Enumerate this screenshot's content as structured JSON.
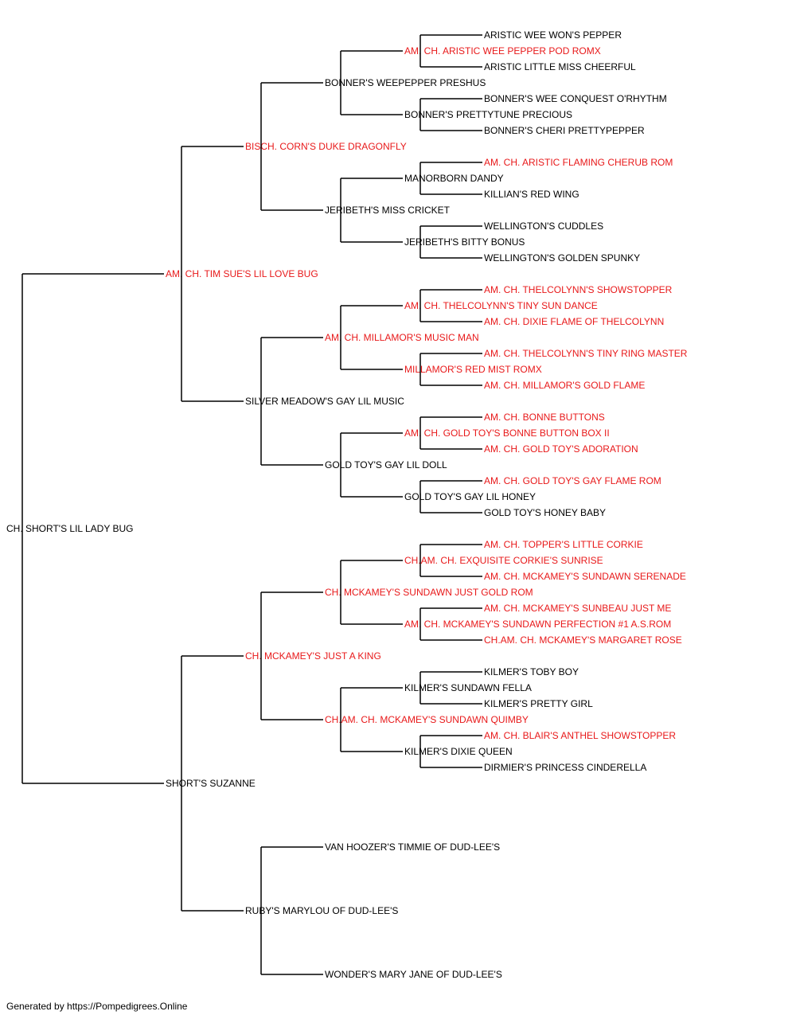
{
  "colors": {
    "champion": "#e8191a",
    "regular": "#000000",
    "line": "#000000"
  },
  "pedigree": {
    "name": "CH. SHORT'S LIL LADY BUG",
    "champion": false,
    "sire": {
      "name": "AM. CH. TIM SUE'S LIL LOVE BUG",
      "champion": true,
      "sire": {
        "name": "BISCH. CORN'S DUKE DRAGONFLY",
        "champion": true,
        "sire": {
          "name": "BONNER'S WEEPEPPER PRESHUS",
          "champion": false,
          "sire": {
            "name": "AM. CH. ARISTIC WEE PEPPER POD ROMX",
            "champion": true,
            "sire": {
              "name": "ARISTIC WEE WON'S PEPPER",
              "champion": false
            },
            "dam": {
              "name": "ARISTIC LITTLE MISS CHEERFUL",
              "champion": false
            }
          },
          "dam": {
            "name": "BONNER'S PRETTYTUNE PRECIOUS",
            "champion": false,
            "sire": {
              "name": "BONNER'S WEE CONQUEST O'RHYTHM",
              "champion": false
            },
            "dam": {
              "name": "BONNER'S CHERI PRETTYPEPPER",
              "champion": false
            }
          }
        },
        "dam": {
          "name": "JERIBETH'S MISS CRICKET",
          "champion": false,
          "sire": {
            "name": "MANORBORN DANDY",
            "champion": false,
            "sire": {
              "name": "AM. CH. ARISTIC FLAMING CHERUB ROM",
              "champion": true
            },
            "dam": {
              "name": "KILLIAN'S RED WING",
              "champion": false
            }
          },
          "dam": {
            "name": "JERIBETH'S BITTY BONUS",
            "champion": false,
            "sire": {
              "name": "WELLINGTON'S CUDDLES",
              "champion": false
            },
            "dam": {
              "name": "WELLINGTON'S GOLDEN SPUNKY",
              "champion": false
            }
          }
        }
      },
      "dam": {
        "name": "SILVER MEADOW'S GAY LIL MUSIC",
        "champion": false,
        "sire": {
          "name": "AM. CH. MILLAMOR'S MUSIC MAN",
          "champion": true,
          "sire": {
            "name": "AM. CH. THELCOLYNN'S TINY SUN DANCE",
            "champion": true,
            "sire": {
              "name": "AM. CH. THELCOLYNN'S SHOWSTOPPER",
              "champion": true
            },
            "dam": {
              "name": "AM. CH. DIXIE FLAME OF THELCOLYNN",
              "champion": true
            }
          },
          "dam": {
            "name": "MILLAMOR'S RED MIST ROMX",
            "champion": true,
            "sire": {
              "name": "AM. CH. THELCOLYNN'S TINY RING MASTER",
              "champion": true
            },
            "dam": {
              "name": "AM. CH. MILLAMOR'S GOLD FLAME",
              "champion": true
            }
          }
        },
        "dam": {
          "name": "GOLD TOY'S GAY LIL DOLL",
          "champion": false,
          "sire": {
            "name": "AM. CH. GOLD TOY'S BONNE BUTTON BOX II",
            "champion": true,
            "sire": {
              "name": "AM. CH. BONNE BUTTONS",
              "champion": true
            },
            "dam": {
              "name": "AM. CH. GOLD TOY'S ADORATION",
              "champion": true
            }
          },
          "dam": {
            "name": "GOLD TOY'S GAY LIL HONEY",
            "champion": false,
            "sire": {
              "name": "AM. CH. GOLD TOY'S GAY FLAME ROM",
              "champion": true
            },
            "dam": {
              "name": "GOLD TOY'S HONEY BABY",
              "champion": false
            }
          }
        }
      }
    },
    "dam": {
      "name": "SHORT'S SUZANNE",
      "champion": false,
      "sire": {
        "name": "CH. MCKAMEY'S JUST A KING",
        "champion": true,
        "sire": {
          "name": "CH. MCKAMEY'S SUNDAWN JUST GOLD ROM",
          "champion": true,
          "sire": {
            "name": "CH.AM. CH. EXQUISITE CORKIE'S SUNRISE",
            "champion": true,
            "sire": {
              "name": "AM. CH. TOPPER'S LITTLE CORKIE",
              "champion": true
            },
            "dam": {
              "name": "AM. CH. MCKAMEY'S SUNDAWN SERENADE",
              "champion": true
            }
          },
          "dam": {
            "name": "AM. CH. MCKAMEY'S SUNDAWN PERFECTION #1 A.S.ROM",
            "champion": true,
            "sire": {
              "name": "AM. CH. MCKAMEY'S SUNBEAU JUST ME",
              "champion": true
            },
            "dam": {
              "name": "CH.AM. CH. MCKAMEY'S MARGARET ROSE",
              "champion": true
            }
          }
        },
        "dam": {
          "name": "CH.AM. CH. MCKAMEY'S SUNDAWN QUIMBY",
          "champion": true,
          "sire": {
            "name": "KILMER'S SUNDAWN FELLA",
            "champion": false,
            "sire": {
              "name": "KILMER'S TOBY BOY",
              "champion": false
            },
            "dam": {
              "name": "KILMER'S PRETTY GIRL",
              "champion": false
            }
          },
          "dam": {
            "name": "KILMER'S DIXIE QUEEN",
            "champion": false,
            "sire": {
              "name": "AM. CH. BLAIR'S ANTHEL SHOWSTOPPER",
              "champion": true
            },
            "dam": {
              "name": "DIRMIER'S PRINCESS CINDERELLA",
              "champion": false
            }
          }
        }
      },
      "dam": {
        "name": "RUBY'S MARYLOU OF DUD-LEE'S",
        "champion": false,
        "sire": {
          "name": "VAN HOOZER'S TIMMIE OF DUD-LEE'S",
          "champion": false
        },
        "dam": {
          "name": "WONDER'S MARY JANE OF DUD-LEE'S",
          "champion": false
        }
      }
    }
  },
  "footer": {
    "text": "Generated by https://Pompedigrees.Online"
  }
}
